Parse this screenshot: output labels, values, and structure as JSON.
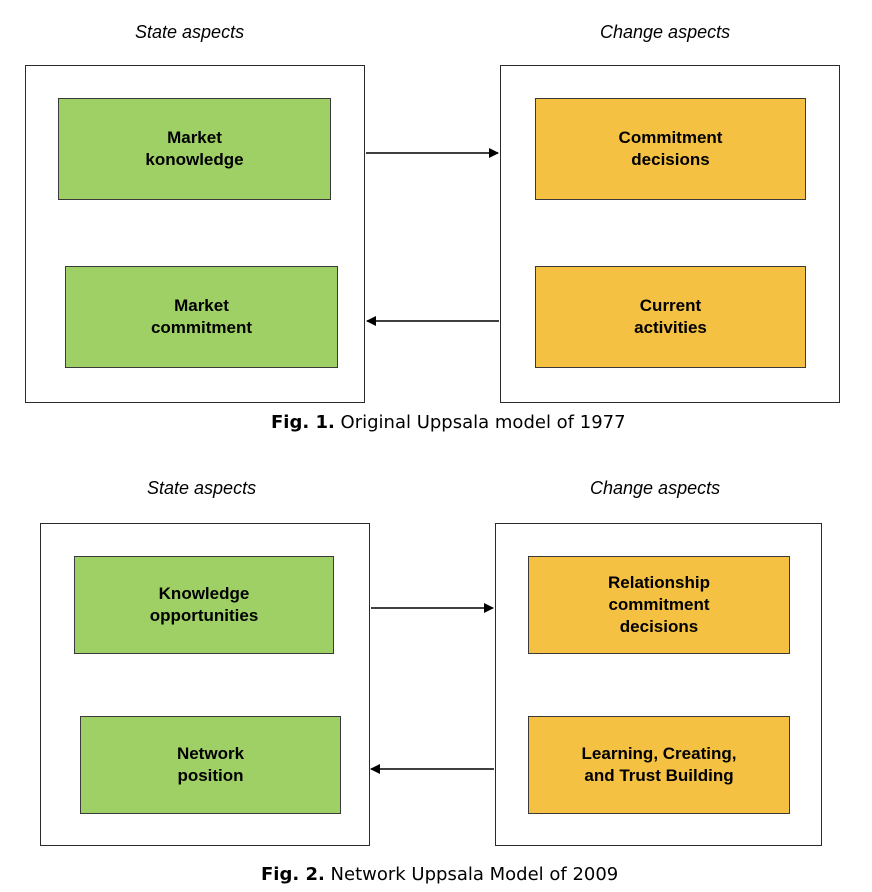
{
  "fig1": {
    "state_heading": "State aspects",
    "change_heading": "Change aspects",
    "state_boxes": [
      "Market\nkonowledge",
      "Market\ncommitment"
    ],
    "change_boxes": [
      "Commitment\ndecisions",
      "Current\nactivities"
    ],
    "caption_label": "Fig. 1.",
    "caption_text": " Original Uppsala model of 1977"
  },
  "fig2": {
    "state_heading": "State aspects",
    "change_heading": "Change aspects",
    "state_boxes": [
      "Knowledge\nopportunities",
      "Network\nposition"
    ],
    "change_boxes": [
      "Relationship\ncommitment\ndecisions",
      "Learning, Creating,\nand Trust Building"
    ],
    "caption_label": "Fig. 2.",
    "caption_text": " Network Uppsala Model of 2009"
  },
  "colors": {
    "state_fill": "#9fd066",
    "change_fill": "#f4c143"
  }
}
